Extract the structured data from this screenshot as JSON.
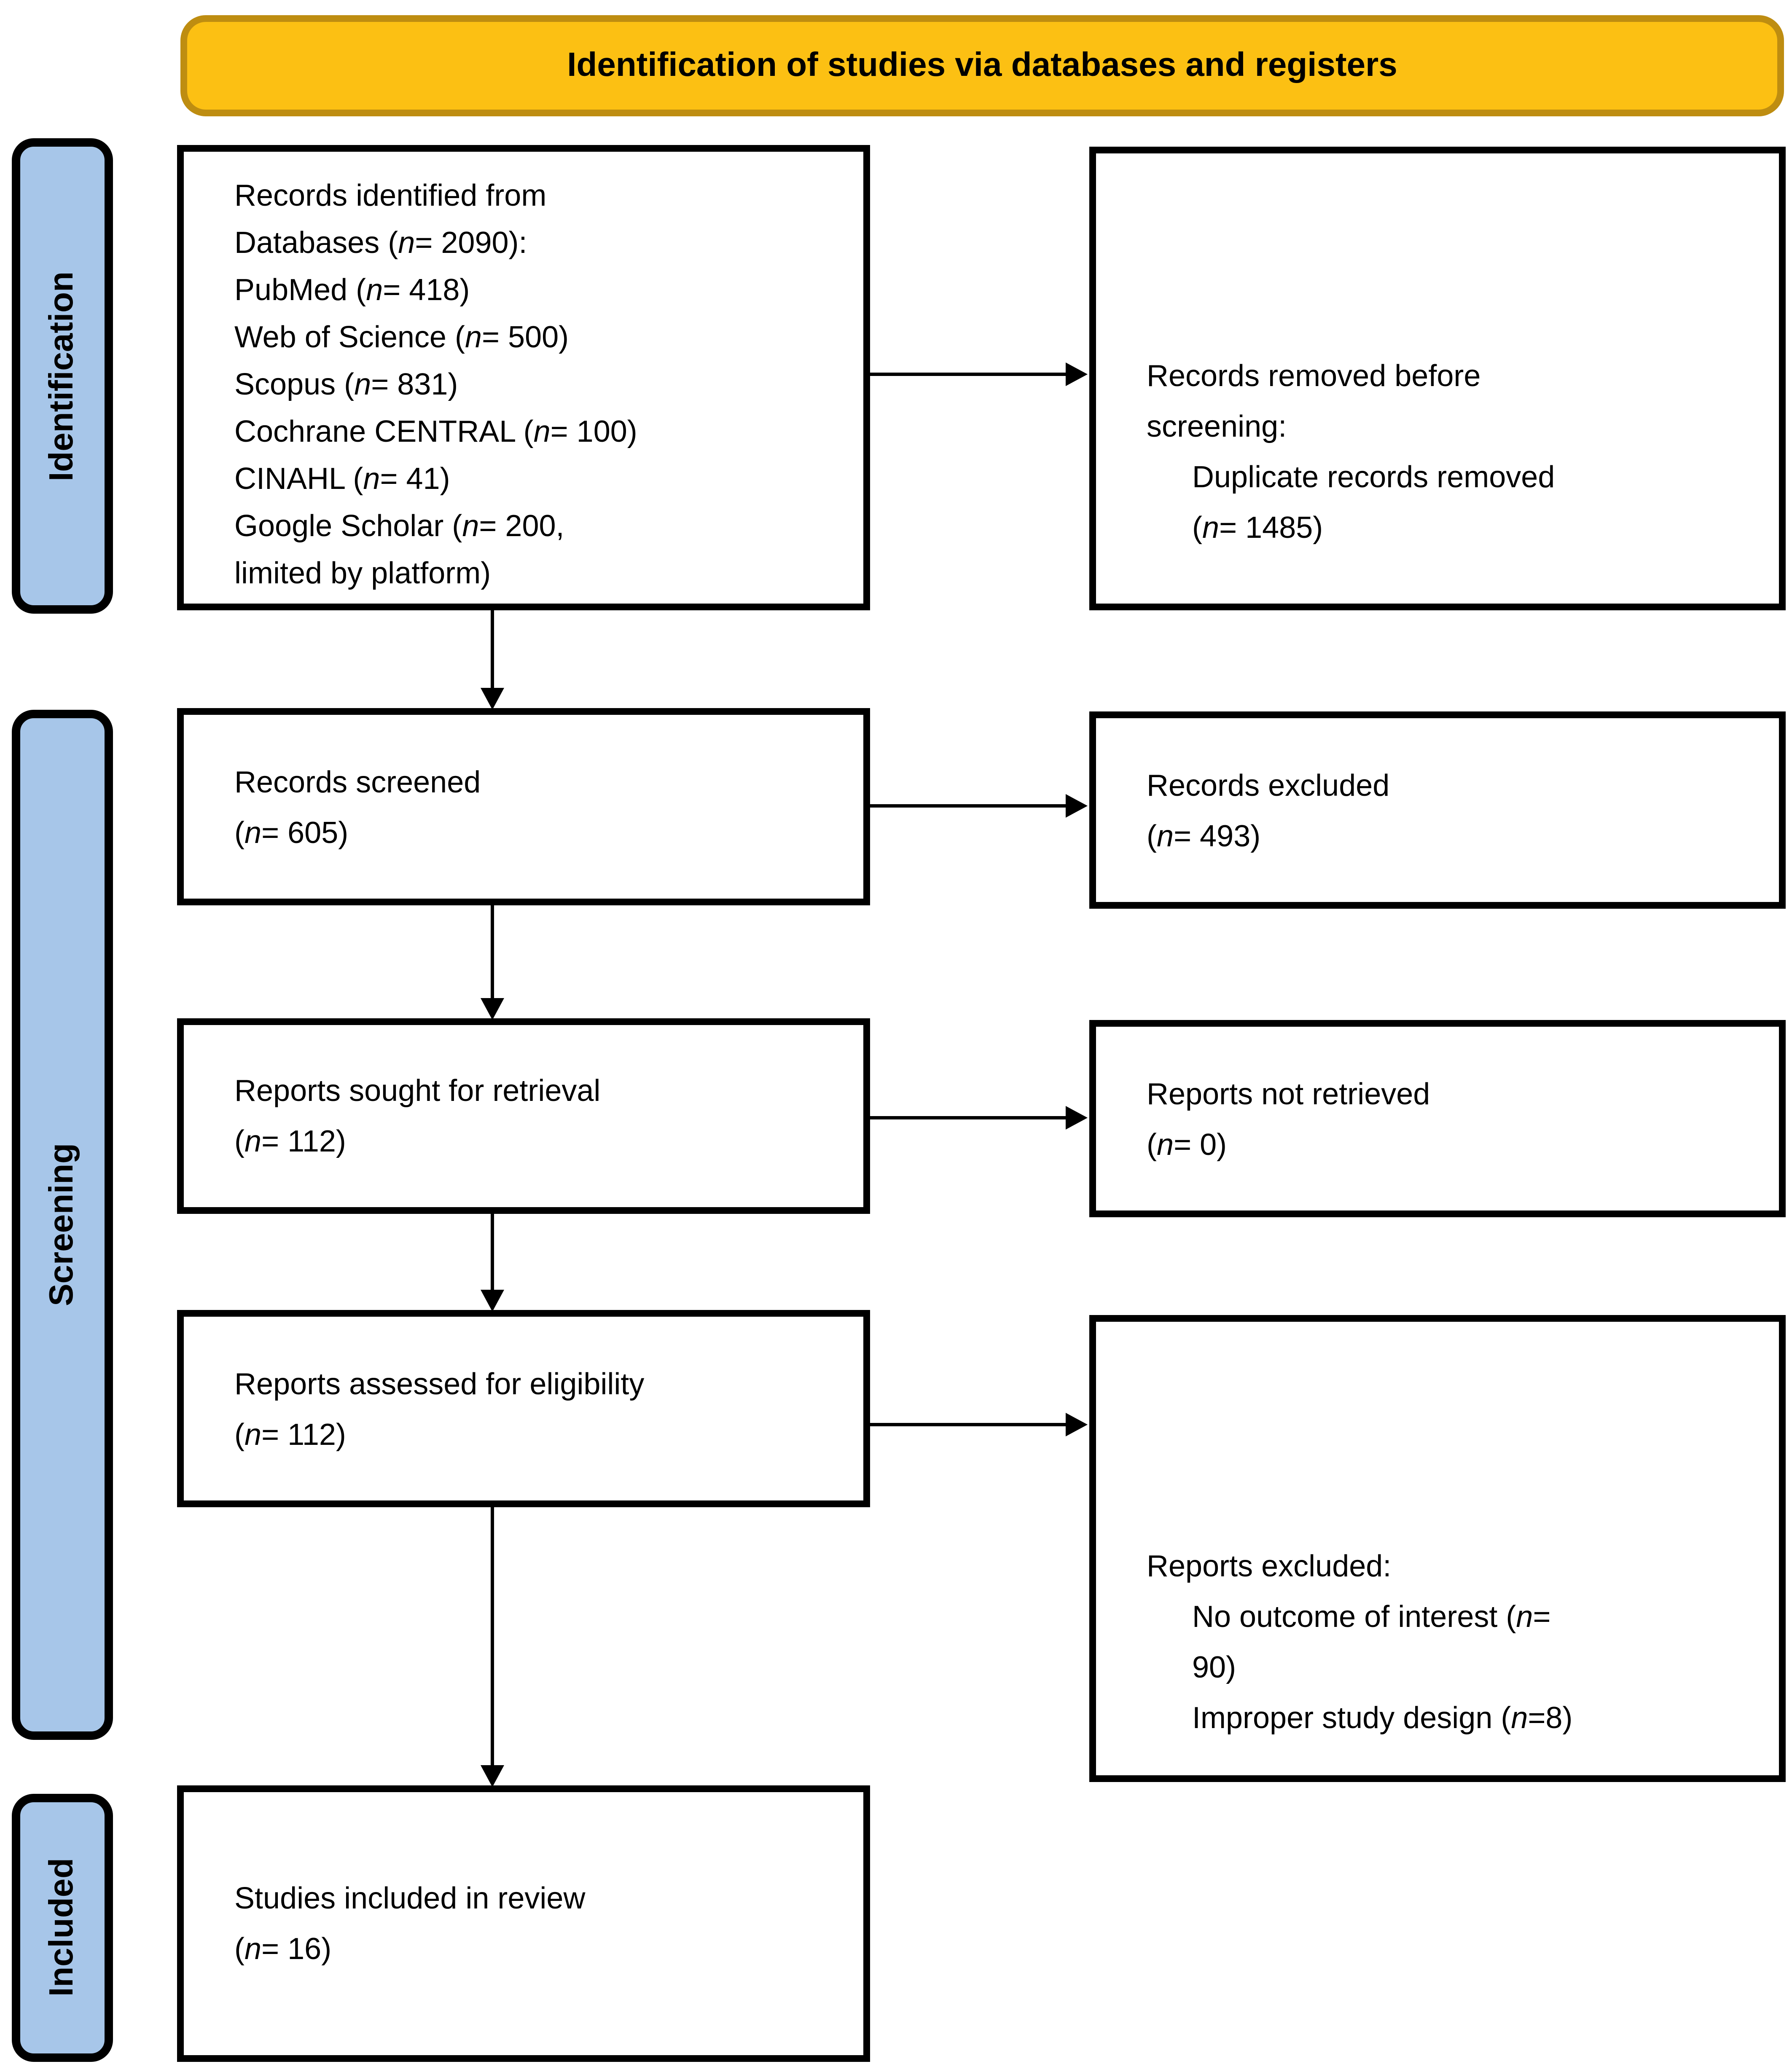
{
  "banner": {
    "label": "Identification of studies via databases and registers",
    "fill": "#FCC013",
    "border": "#BE8D11"
  },
  "sidebar": {
    "fill": "#A7C6E9",
    "stages": [
      {
        "label": "Identification"
      },
      {
        "label": "Screening"
      },
      {
        "label": "Included"
      }
    ]
  },
  "boxes": {
    "identified": {
      "lines": [
        {
          "segs": [
            {
              "t": "Records identified from"
            }
          ]
        },
        {
          "segs": [
            {
              "t": "Databases ("
            },
            {
              "t": "n",
              "i": true
            },
            {
              "t": "= 2090):"
            }
          ]
        },
        {
          "segs": [
            {
              "t": "PubMed ("
            },
            {
              "t": "n",
              "i": true
            },
            {
              "t": "= 418)"
            }
          ]
        },
        {
          "segs": [
            {
              "t": "Web of Science ("
            },
            {
              "t": "n",
              "i": true
            },
            {
              "t": "= 500)"
            }
          ]
        },
        {
          "segs": [
            {
              "t": "Scopus ("
            },
            {
              "t": "n",
              "i": true
            },
            {
              "t": "= 831)"
            }
          ]
        },
        {
          "segs": [
            {
              "t": "Cochrane CENTRAL ("
            },
            {
              "t": "n",
              "i": true
            },
            {
              "t": "= 100)"
            }
          ]
        },
        {
          "segs": [
            {
              "t": "CINAHL ("
            },
            {
              "t": "n",
              "i": true
            },
            {
              "t": "= 41)"
            }
          ]
        },
        {
          "segs": [
            {
              "t": "Google Scholar ("
            },
            {
              "t": "n",
              "i": true
            },
            {
              "t": "= 200,"
            }
          ]
        },
        {
          "segs": [
            {
              "t": "limited by platform)"
            }
          ]
        }
      ]
    },
    "removed": {
      "lines": [
        {
          "segs": [
            {
              "t": "Records removed before"
            }
          ]
        },
        {
          "segs": [
            {
              "t": "screening:"
            }
          ]
        },
        {
          "ind": true,
          "segs": [
            {
              "t": "Duplicate records removed"
            }
          ]
        },
        {
          "ind": true,
          "segs": [
            {
              "t": "("
            },
            {
              "t": "n",
              "i": true
            },
            {
              "t": "= 1485)"
            }
          ]
        }
      ]
    },
    "screened": {
      "lines": [
        {
          "segs": [
            {
              "t": "Records screened"
            }
          ]
        },
        {
          "segs": [
            {
              "t": "("
            },
            {
              "t": "n",
              "i": true
            },
            {
              "t": "= 605)"
            }
          ]
        }
      ]
    },
    "excluded": {
      "lines": [
        {
          "segs": [
            {
              "t": "Records excluded"
            }
          ]
        },
        {
          "segs": [
            {
              "t": "("
            },
            {
              "t": "n",
              "i": true
            },
            {
              "t": "= 493)"
            }
          ]
        }
      ]
    },
    "sought": {
      "lines": [
        {
          "segs": [
            {
              "t": "Reports sought for retrieval"
            }
          ]
        },
        {
          "segs": [
            {
              "t": "("
            },
            {
              "t": "n",
              "i": true
            },
            {
              "t": "= 112)"
            }
          ]
        }
      ]
    },
    "not_retrieved": {
      "lines": [
        {
          "segs": [
            {
              "t": "Reports not retrieved"
            }
          ]
        },
        {
          "segs": [
            {
              "t": "("
            },
            {
              "t": "n",
              "i": true
            },
            {
              "t": "= 0)"
            }
          ]
        }
      ]
    },
    "assessed": {
      "lines": [
        {
          "segs": [
            {
              "t": "Reports assessed for eligibility"
            }
          ]
        },
        {
          "segs": [
            {
              "t": "("
            },
            {
              "t": "n",
              "i": true
            },
            {
              "t": "= 112)"
            }
          ]
        }
      ]
    },
    "reports_excluded": {
      "lines": [
        {
          "segs": [
            {
              "t": "Reports excluded:"
            }
          ]
        },
        {
          "ind": true,
          "segs": [
            {
              "t": "No outcome of interest ("
            },
            {
              "t": "n",
              "i": true
            },
            {
              "t": "="
            }
          ]
        },
        {
          "ind": true,
          "segs": [
            {
              "t": "90)"
            }
          ]
        },
        {
          "ind": true,
          "segs": [
            {
              "t": "Improper study design ("
            },
            {
              "t": "n",
              "i": true
            },
            {
              "t": "=8)"
            }
          ]
        }
      ]
    },
    "included": {
      "lines": [
        {
          "segs": [
            {
              "t": "Studies included in review"
            }
          ]
        },
        {
          "segs": [
            {
              "t": "("
            },
            {
              "t": "n",
              "i": true
            },
            {
              "t": "= 16)"
            }
          ]
        }
      ]
    }
  }
}
